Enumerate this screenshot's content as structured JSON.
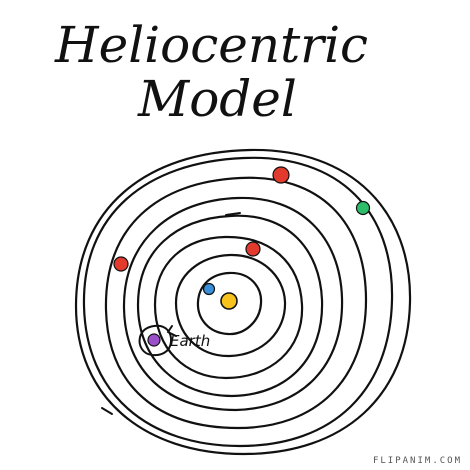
{
  "title": {
    "line1": "Heliocentric",
    "line2": "Model"
  },
  "labels": {
    "earth": "Earth"
  },
  "colors": {
    "ink": "#111111",
    "sun": "#f6c21b",
    "red_planet": "#e23b2e",
    "blue_planet": "#3a8fd9",
    "green_planet": "#2ebd6b",
    "purple_planet": "#9b4fc9"
  },
  "watermark": "FLIPANIM.COM"
}
